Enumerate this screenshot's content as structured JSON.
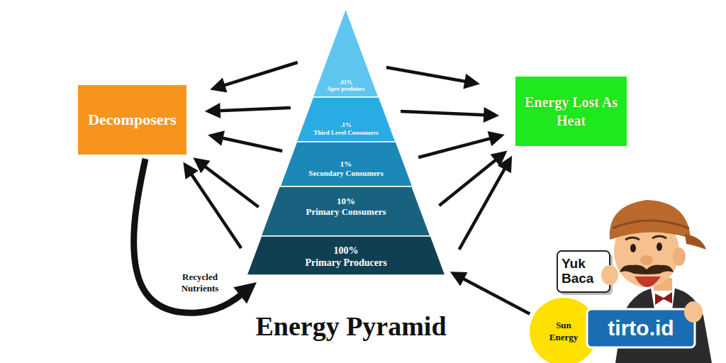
{
  "diagram": {
    "title": "Energy Pyramid",
    "nodes": [
      {
        "text": [
          "Decomposers"
        ]
      },
      {
        "text": [
          "Energy Lost As Heat"
        ]
      },
      {
        "text": [
          ".01%",
          "Apex predators"
        ]
      },
      {
        "text": [
          ".1%",
          "Third Level Consumers"
        ]
      },
      {
        "text": [
          "1%",
          "Secondary Consumers"
        ]
      },
      {
        "text": [
          "10%",
          "Primary Consumers"
        ]
      },
      {
        "text": [
          "100%",
          "Primary Producers"
        ]
      },
      {
        "text": [
          "Sun Energy"
        ]
      }
    ],
    "edges": [
      {
        "from": 2,
        "to": 0,
        "arrow": "to"
      },
      {
        "from": 3,
        "to": 0,
        "arrow": "to"
      },
      {
        "from": 4,
        "to": 0,
        "arrow": "to"
      },
      {
        "from": 5,
        "to": 0,
        "arrow": "to"
      },
      {
        "from": 6,
        "to": 0,
        "arrow": "to"
      },
      {
        "from": 2,
        "to": 1,
        "arrow": "to"
      },
      {
        "from": 3,
        "to": 1,
        "arrow": "to"
      },
      {
        "from": 4,
        "to": 1,
        "arrow": "to"
      },
      {
        "from": 5,
        "to": 1,
        "arrow": "to"
      },
      {
        "from": 6,
        "to": 1,
        "arrow": "to"
      },
      {
        "from": 0,
        "to": 6,
        "label": "Recycled Nutrients",
        "arrow": "to"
      },
      {
        "from": 7,
        "to": 6,
        "arrow": "to"
      }
    ],
    "labels": [
      "Yuk Baca",
      "tirto.id"
    ]
  }
}
